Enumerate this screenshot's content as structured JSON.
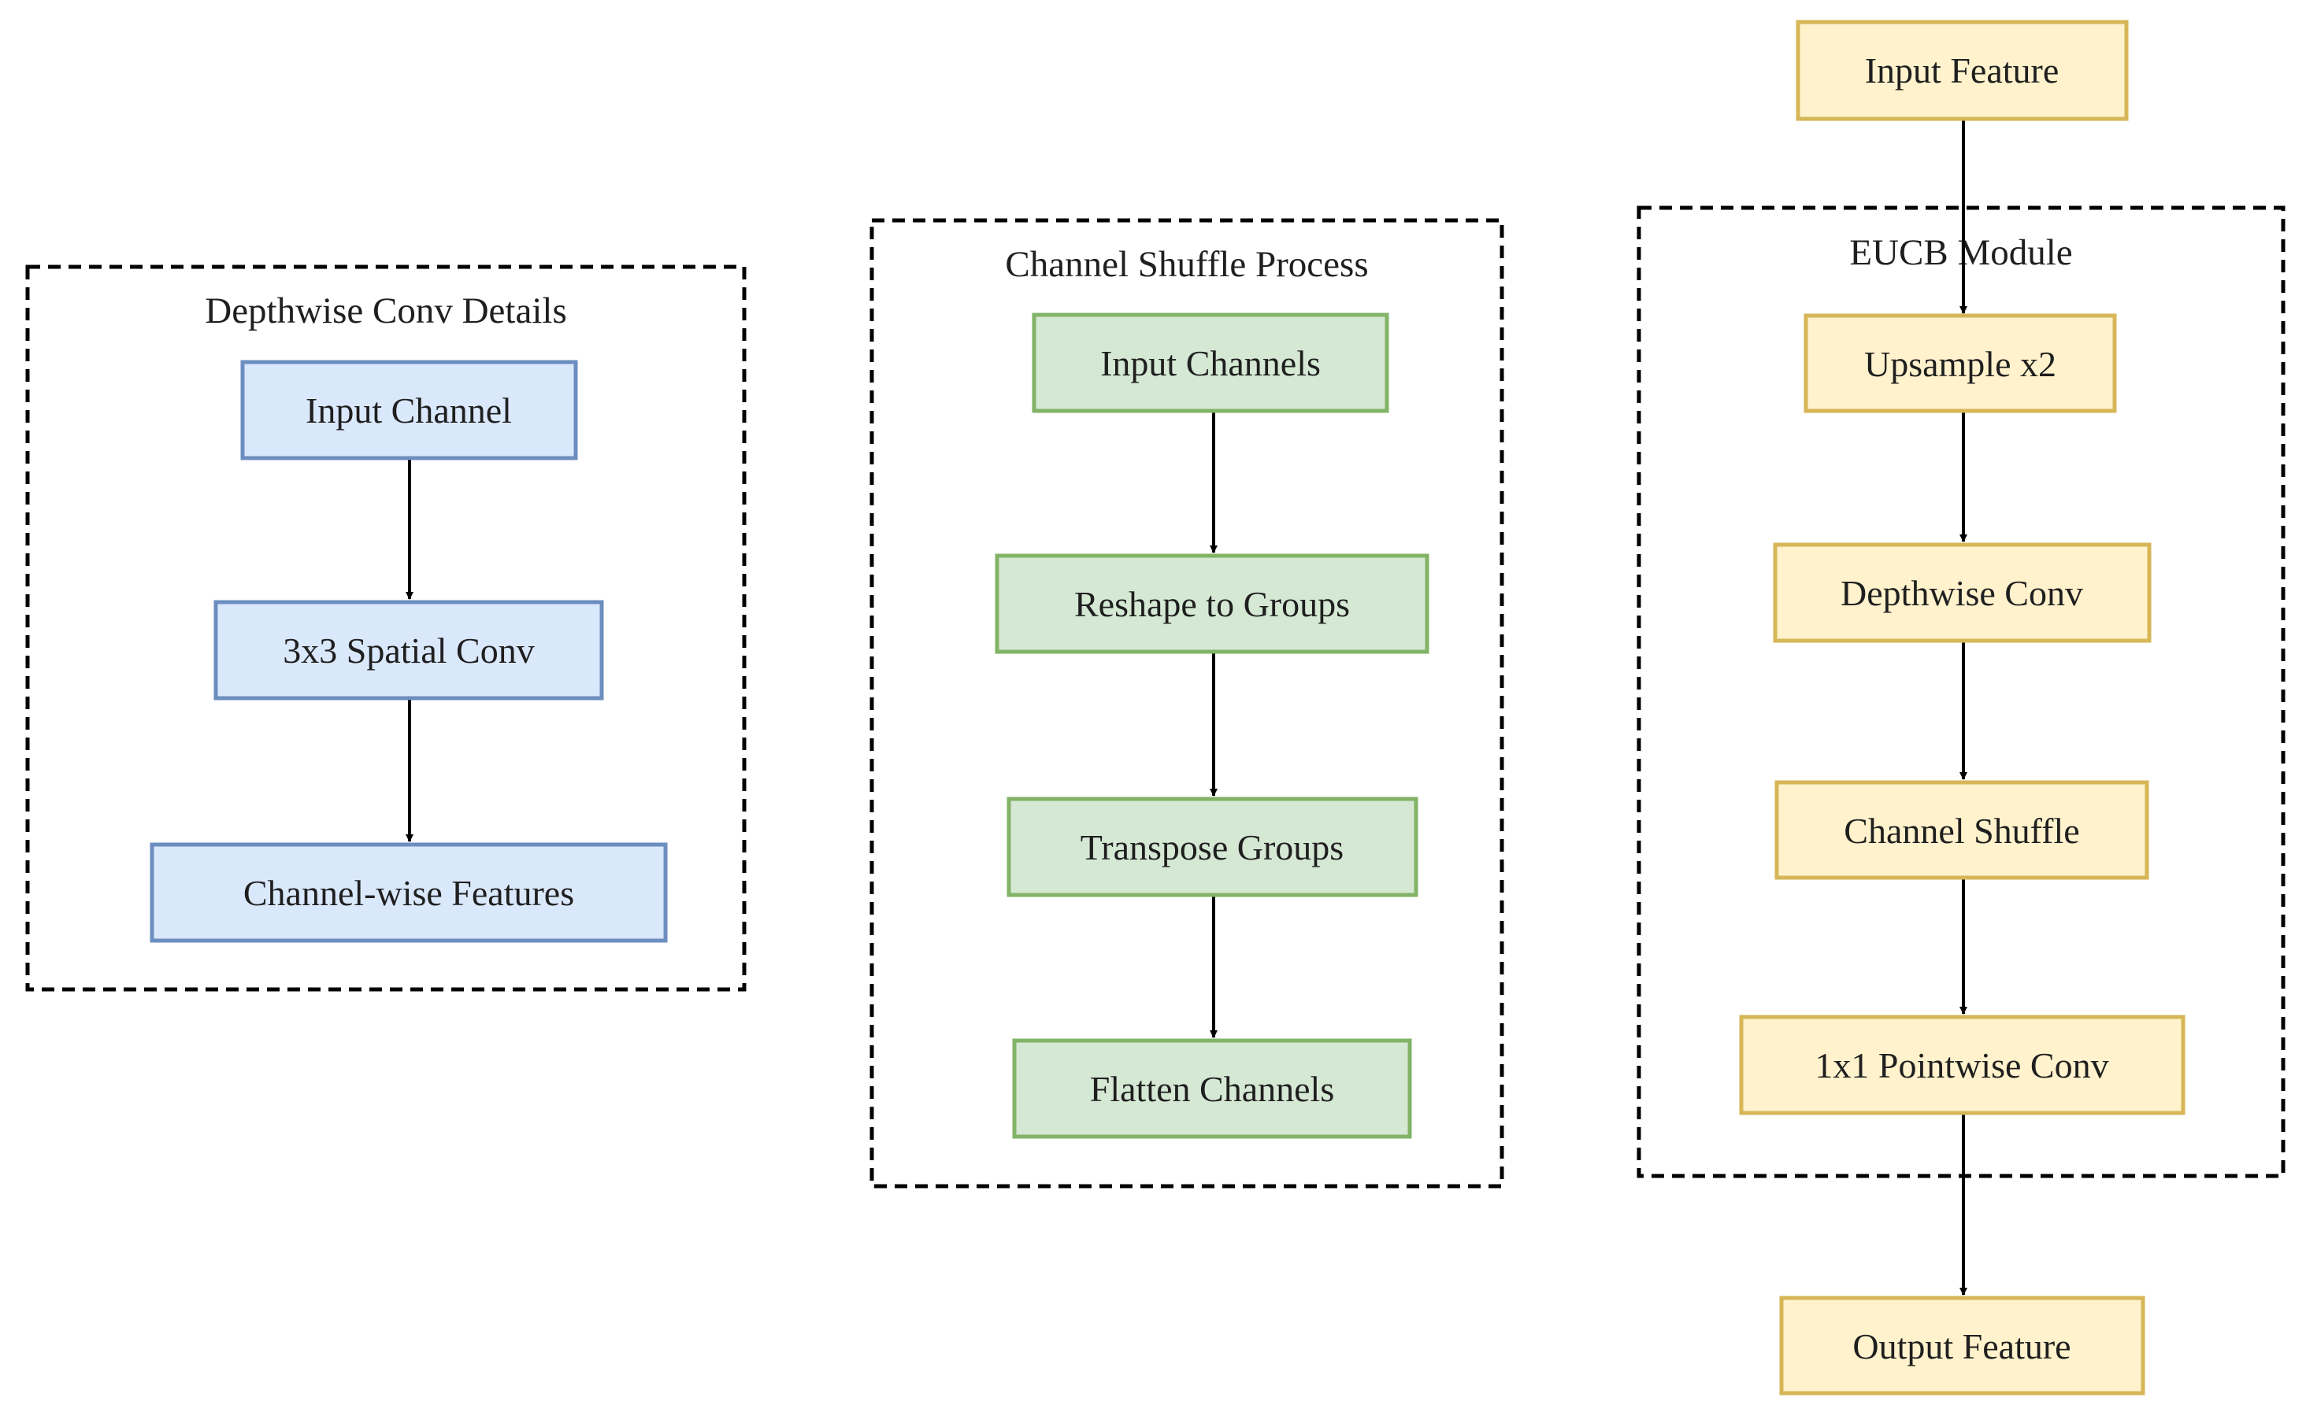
{
  "colors": {
    "blue_fill": "#dae8fc",
    "blue_stroke": "#6c8ebf",
    "green_fill": "#d5e8d4",
    "green_stroke": "#82b366",
    "yellow_fill": "#fff2cc",
    "yellow_stroke": "#d6b656",
    "edge": "#000000",
    "group_border": "#000000"
  },
  "groups": {
    "depthwise": {
      "title": "Depthwise Conv Details"
    },
    "shuffle": {
      "title": "Channel Shuffle Process"
    },
    "eucb": {
      "title": "EUCB Module"
    }
  },
  "nodes": {
    "dw_input": "Input Channel",
    "dw_spatial": "3x3 Spatial Conv",
    "dw_features": "Channel-wise Features",
    "cs_input": "Input Channels",
    "cs_reshape": "Reshape to Groups",
    "cs_transpose": "Transpose Groups",
    "cs_flatten": "Flatten Channels",
    "eu_input": "Input Feature",
    "eu_upsample": "Upsample x2",
    "eu_depthwise": "Depthwise Conv",
    "eu_shuffle": "Channel Shuffle",
    "eu_pointwise": "1x1 Pointwise Conv",
    "eu_output": "Output Feature"
  },
  "edges": [
    [
      "dw_input",
      "dw_spatial"
    ],
    [
      "dw_spatial",
      "dw_features"
    ],
    [
      "cs_input",
      "cs_reshape"
    ],
    [
      "cs_reshape",
      "cs_transpose"
    ],
    [
      "cs_transpose",
      "cs_flatten"
    ],
    [
      "eu_input",
      "eu_upsample"
    ],
    [
      "eu_upsample",
      "eu_depthwise"
    ],
    [
      "eu_depthwise",
      "eu_shuffle"
    ],
    [
      "eu_shuffle",
      "eu_pointwise"
    ],
    [
      "eu_pointwise",
      "eu_output"
    ]
  ]
}
